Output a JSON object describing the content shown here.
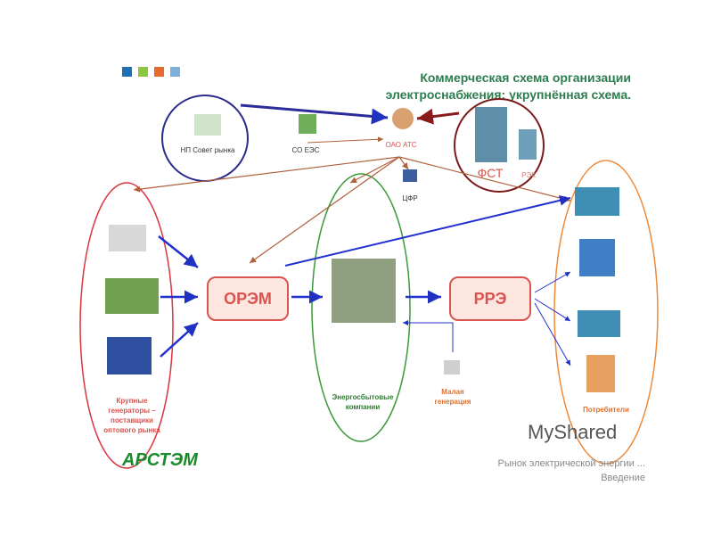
{
  "title_line1": "Коммерческая схема организации",
  "title_line2": "электроснабжения: укрупнённая схема.",
  "nodes": {
    "np": "НП Совет рынка",
    "so": "СО ЕЭС",
    "ats": "ОАО АТС",
    "cfr": "ЦФР",
    "fst": "ФСТ",
    "rek": "РЭК",
    "orem": "ОРЭМ",
    "rre": "РРЭ",
    "generators": "Крупные генераторы – поставщики оптового рынка",
    "sales": "Энергосбытовые компании",
    "small_gen": "Малая генерация",
    "consumers": "Потребители"
  },
  "footer": {
    "logo": "АРСТЭМ",
    "line1": "Рынок электрической энергии ...",
    "line2": "Введение",
    "watermark": "MyShared"
  },
  "colors": {
    "blue": "#1e6fb5",
    "green": "#8cc63f",
    "orange": "#e86a2c",
    "lightblue": "#7fb0dc"
  }
}
